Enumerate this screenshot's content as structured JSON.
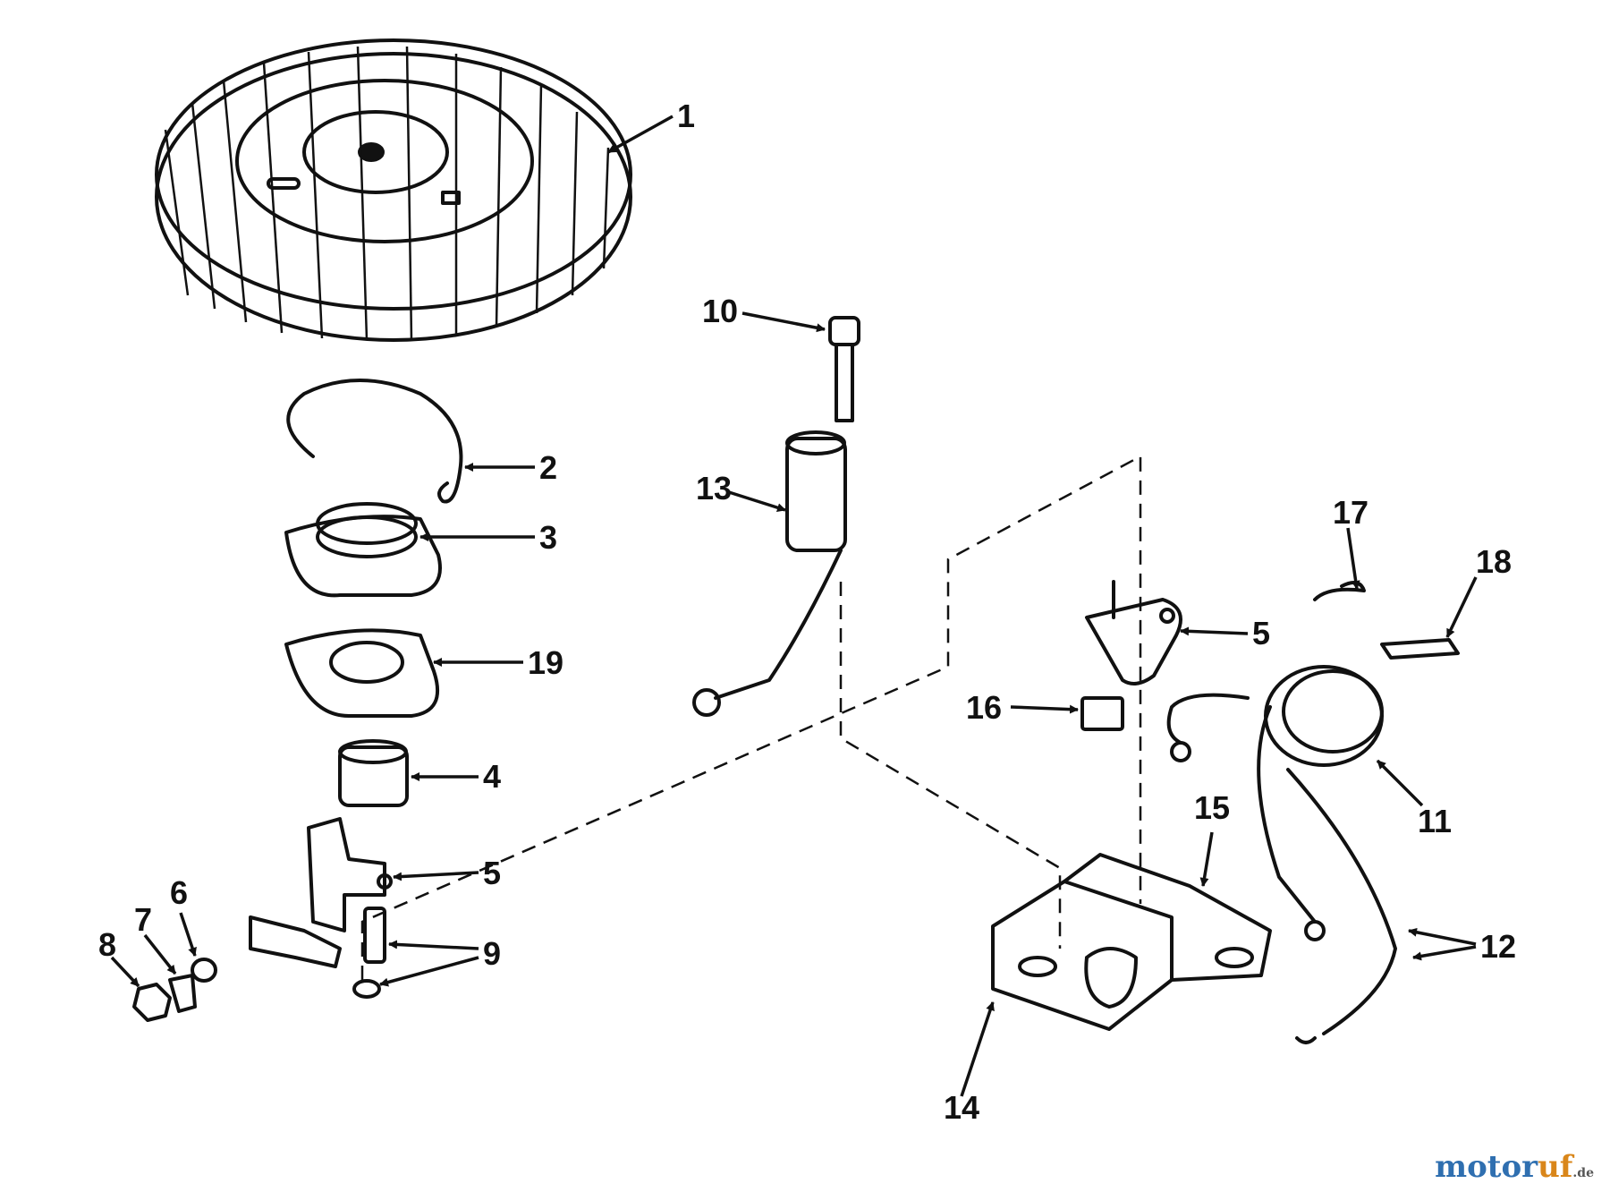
{
  "labels": [
    "1",
    "2",
    "3",
    "19",
    "4",
    "5",
    "6",
    "7",
    "8",
    "9",
    "10",
    "13",
    "15",
    "14",
    "16",
    "5",
    "17",
    "18",
    "11",
    "12"
  ],
  "watermark": {
    "main": "motor",
    "accent": "uf",
    "suffix": ".de"
  },
  "colors": {
    "ink": "#111111",
    "watermark_blue": "#2f6fb0",
    "watermark_orange": "#d9861a"
  }
}
